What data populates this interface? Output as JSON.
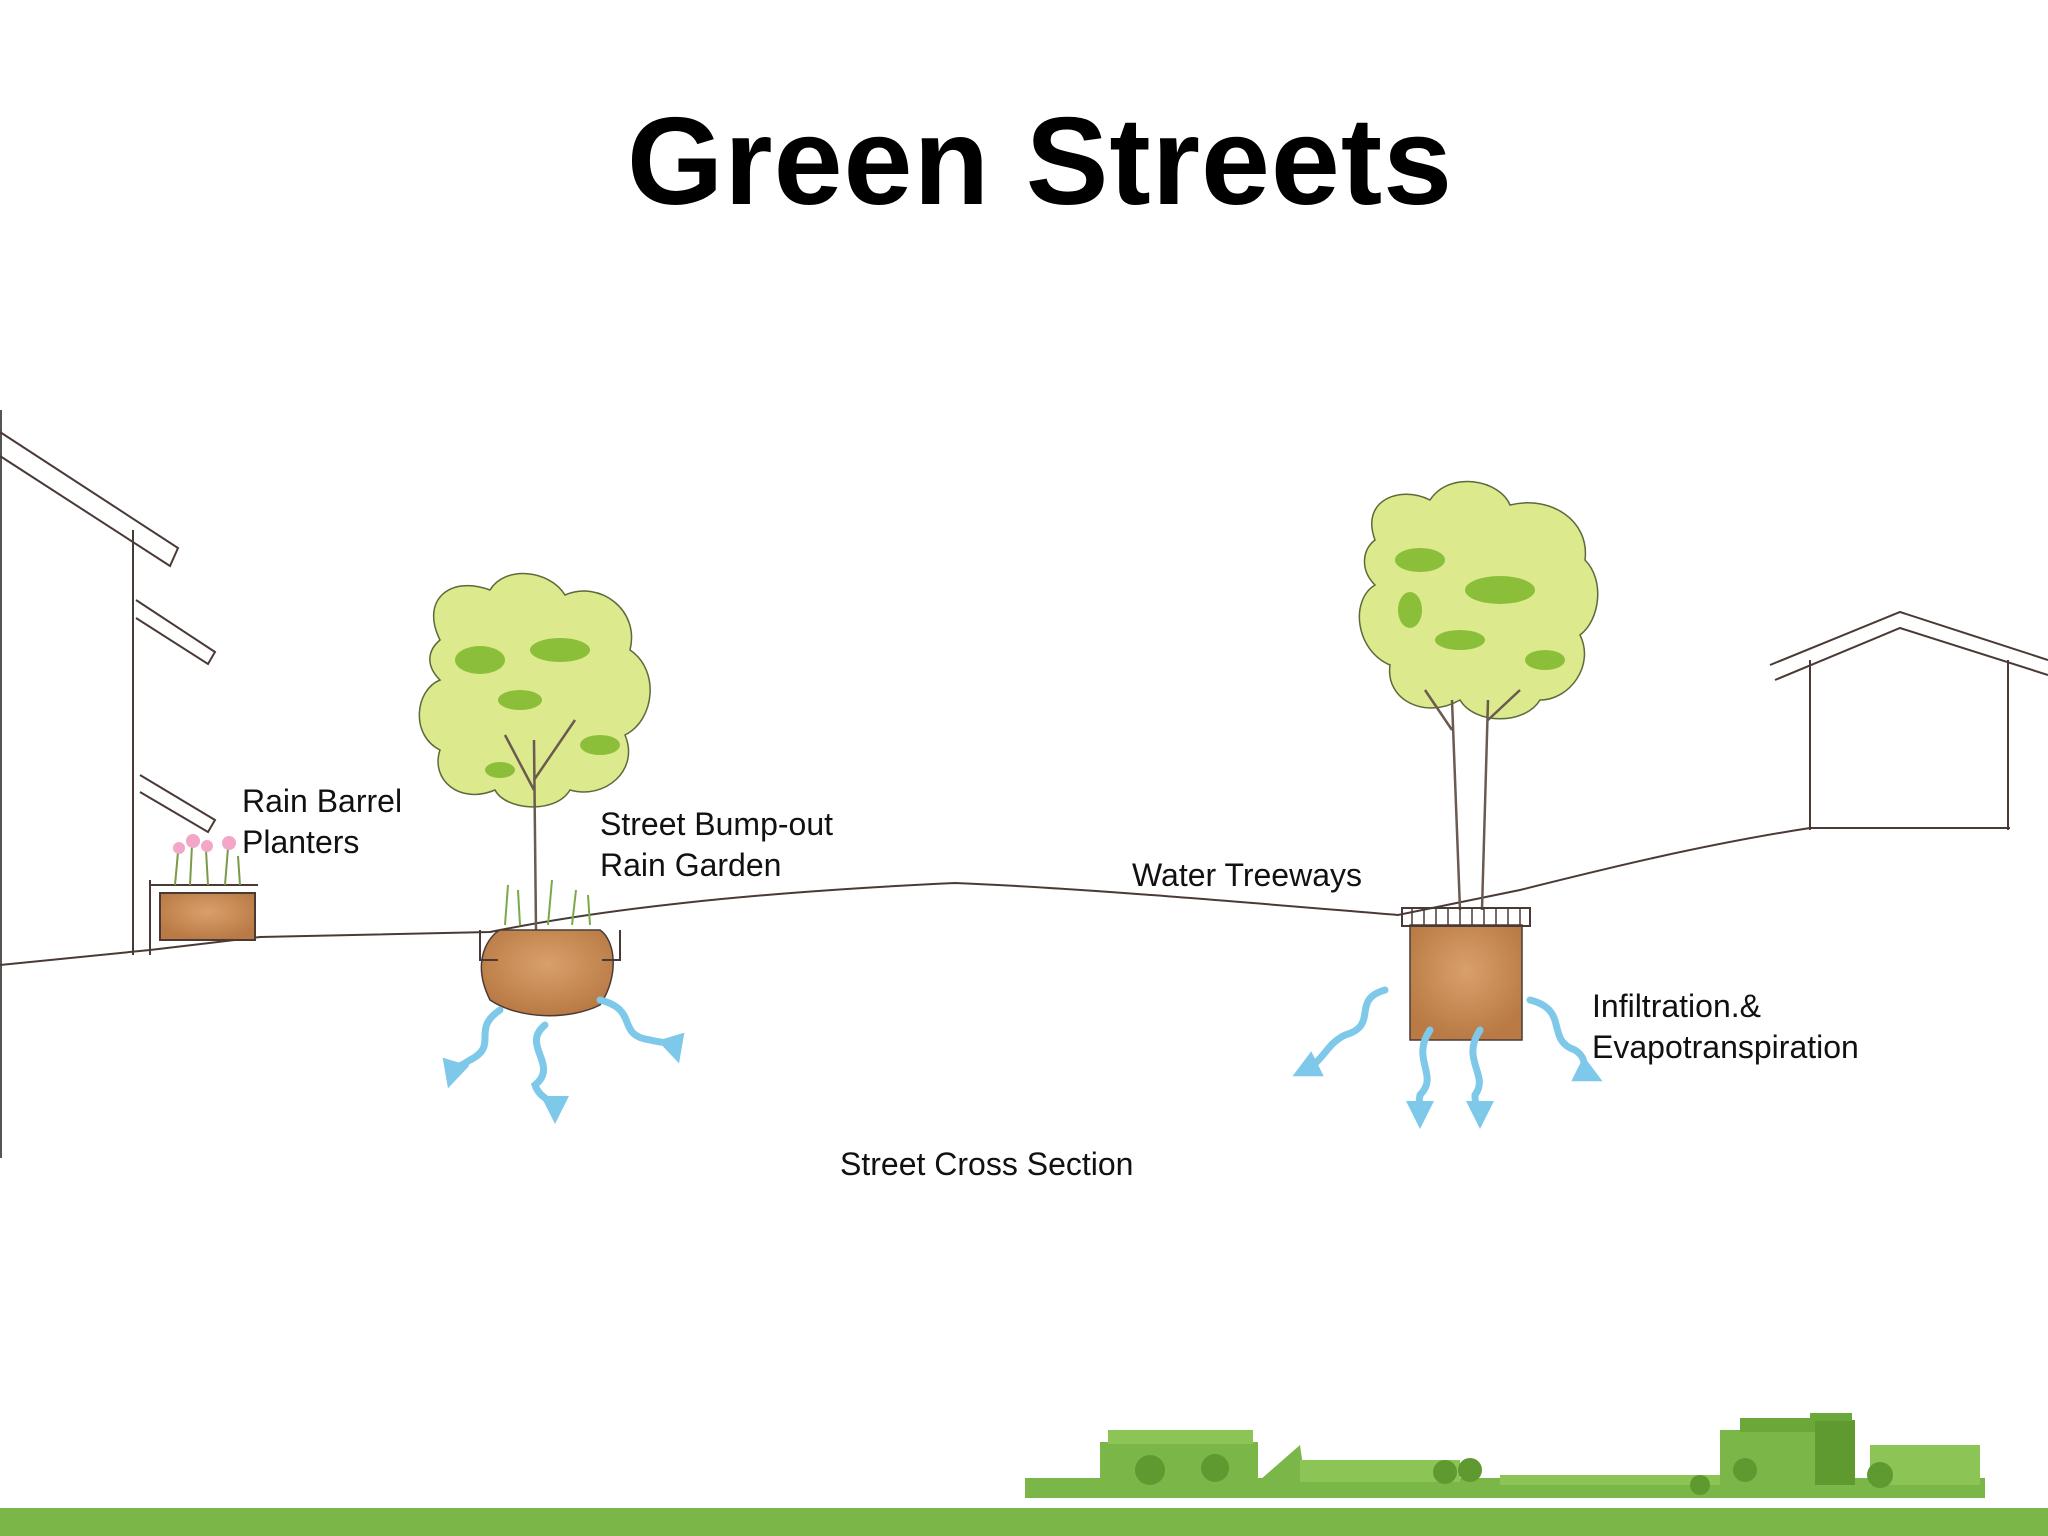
{
  "slide": {
    "title": "Green Streets",
    "labels": {
      "rain_barrel": [
        "Rain Barrel",
        "Planters"
      ],
      "bumpout": [
        "Street  Bump-out",
        "Rain Garden"
      ],
      "treeways": "Water Treeways",
      "infiltration": [
        "Infiltration.&",
        "Evapotranspiration"
      ],
      "cross_section": "Street Cross Section"
    }
  },
  "colors": {
    "ink": "#3a3a3a",
    "foliage": "#d8e98a",
    "foliage_dark": "#8bbf3a",
    "soil": "#c98a52",
    "water": "#7ec8ea",
    "brand_green": "#7ab648",
    "flower": "#f3a6c8"
  }
}
